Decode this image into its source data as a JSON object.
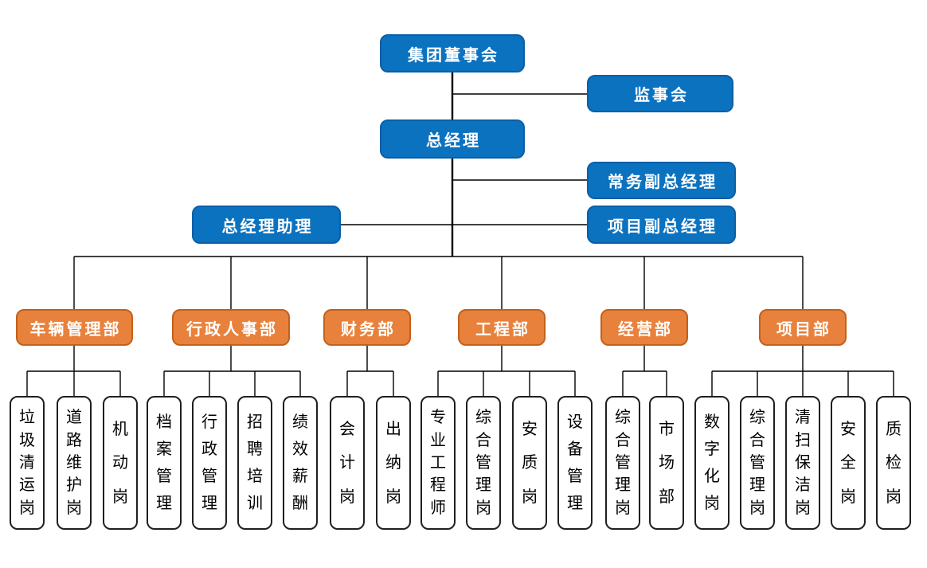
{
  "colors": {
    "blue_fill": "#0b72c0",
    "blue_border": "#0a5fa6",
    "orange_fill": "#e8813b",
    "orange_border": "#c2611c",
    "child_fill": "#ffffff",
    "child_border": "#1f1f1f",
    "line": "#000000",
    "text_on_color": "#ffffff",
    "child_text": "#000000",
    "bg": "#ffffff"
  },
  "top_nodes": {
    "board": "集团董事会",
    "supervisory": "监事会",
    "general_manager": "总经理",
    "executive_deputy_gm": "常务副总经理",
    "gm_assistant": "总经理助理",
    "project_deputy_gm": "项目副总经理"
  },
  "departments": [
    {
      "label": "车辆管理部",
      "children": [
        "垃圾清运岗",
        "道路维护岗",
        "机动岗"
      ]
    },
    {
      "label": "行政人事部",
      "children": [
        "档案管理",
        "行政管理",
        "招聘培训",
        "绩效薪酬"
      ]
    },
    {
      "label": "财务部",
      "children": [
        "会计岗",
        "出纳岗"
      ]
    },
    {
      "label": "工程部",
      "children": [
        "专业工程师",
        "综合管理岗",
        "安质岗",
        "设备管理"
      ]
    },
    {
      "label": "经营部",
      "children": [
        "综合管理岗",
        "市场部"
      ]
    },
    {
      "label": "项目部",
      "children": [
        "数字化岗",
        "综合管理岗",
        "清扫保洁岗",
        "安全岗",
        "质检岗"
      ]
    }
  ]
}
